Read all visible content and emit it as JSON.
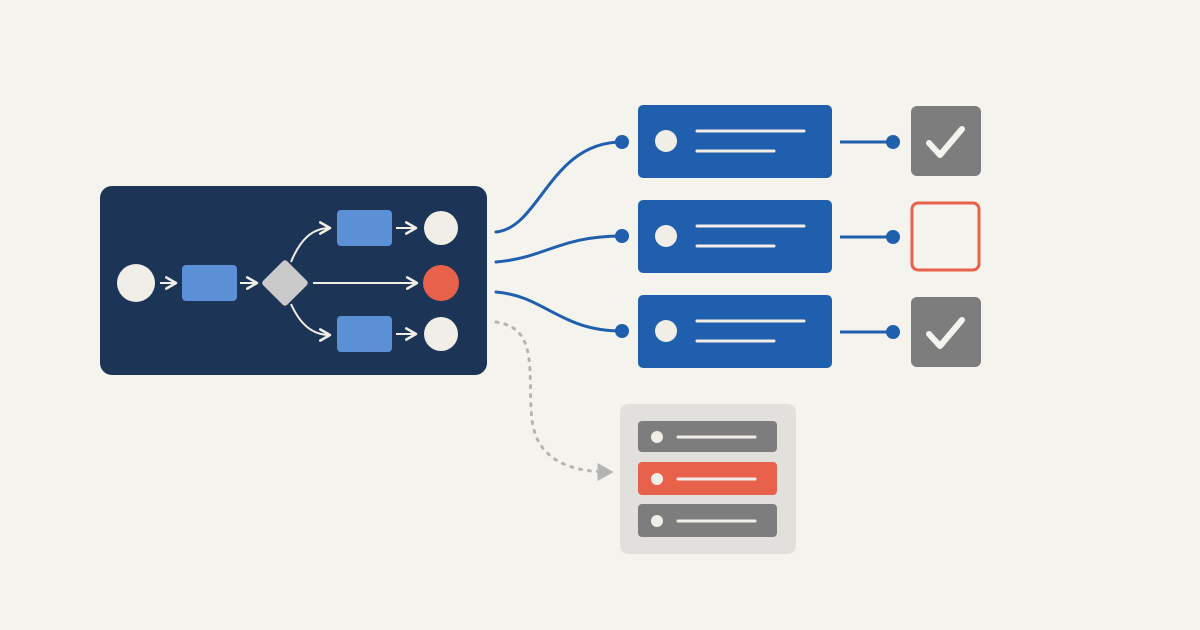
{
  "palette": {
    "background": "#f5f3ee",
    "workflow_panel": "#1c3557",
    "workflow_step": "#5b8fd6",
    "workflow_decision": "#c9c9c9",
    "node_light": "#f1eee8",
    "accent_red": "#e8614b",
    "card_blue": "#1f5fae",
    "connector_blue": "#1f5fae",
    "check_gray": "#7d7d7d",
    "queue_panel": "#e2e0dc",
    "queue_row_gray": "#7d7d7d",
    "dotted_gray": "#b4b4b4"
  },
  "workflow": {
    "start_node": "circle",
    "steps": [
      "step",
      "decision"
    ],
    "branches": [
      {
        "name": "upper-branch",
        "ends_in": "light-node"
      },
      {
        "name": "middle-branch",
        "ends_in": "red-node"
      },
      {
        "name": "lower-branch",
        "ends_in": "light-node"
      }
    ]
  },
  "task_cards": [
    {
      "status": "complete",
      "status_icon": "check-icon"
    },
    {
      "status": "pending",
      "status_icon": "empty-box-icon"
    },
    {
      "status": "complete",
      "status_icon": "check-icon"
    }
  ],
  "queue": {
    "rows": [
      {
        "state": "normal"
      },
      {
        "state": "highlighted"
      },
      {
        "state": "normal"
      }
    ]
  }
}
